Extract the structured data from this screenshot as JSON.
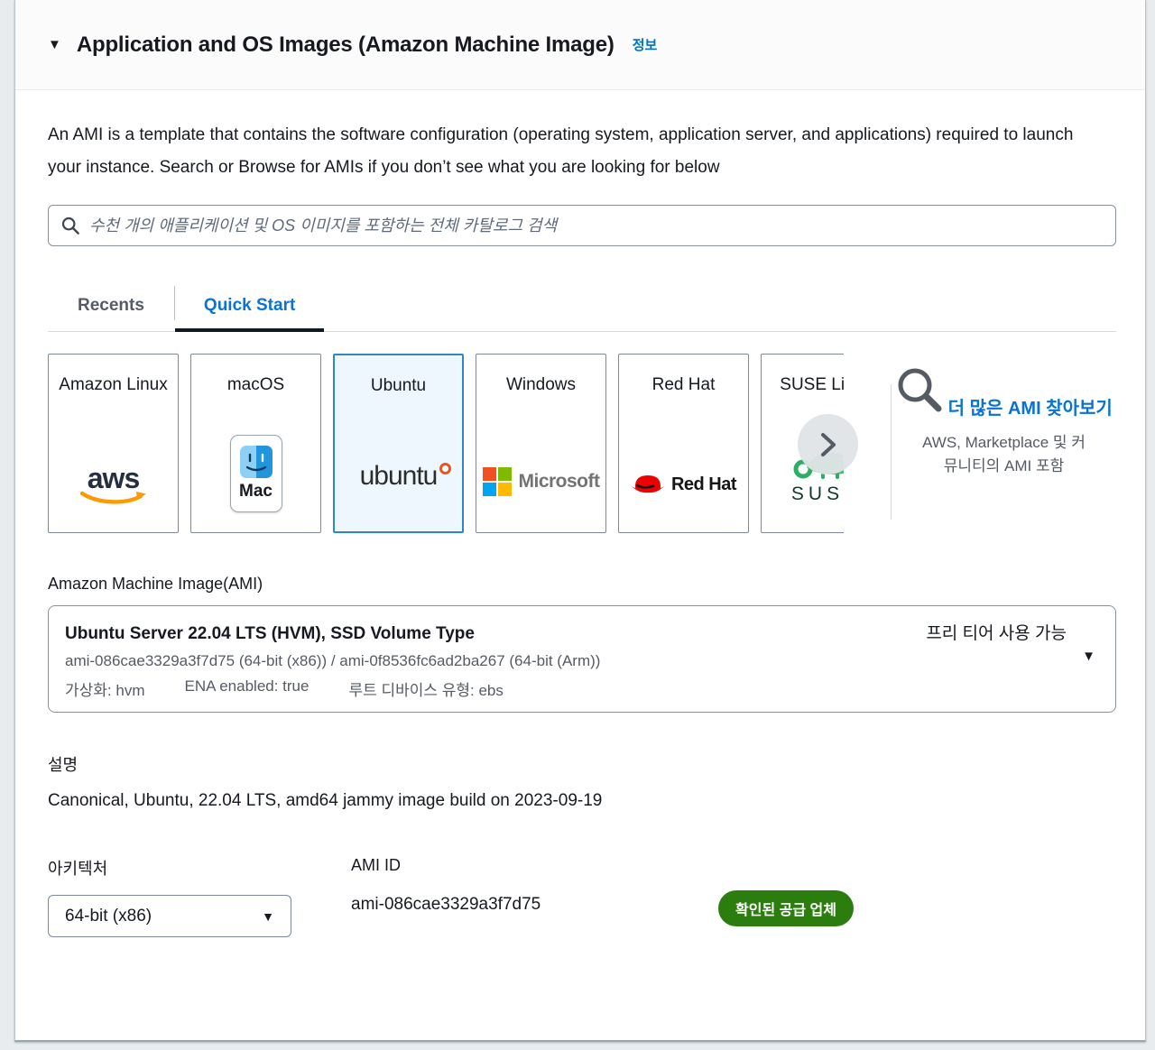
{
  "panel": {
    "title": "Application and OS Images (Amazon Machine Image)",
    "info_link": "정보"
  },
  "description": "An AMI is a template that contains the software configuration (operating system, application server, and applications) required to launch your instance. Search or Browse for AMIs if you don’t see what you are looking for below",
  "search": {
    "placeholder": "수천 개의 애플리케이션 및 OS 이미지를 포함하는 전체 카탈로그 검색"
  },
  "tabs": [
    {
      "label": "Recents",
      "active": false
    },
    {
      "label": "Quick Start",
      "active": true
    }
  ],
  "os_cards": [
    {
      "label": "Amazon Linux",
      "logo_text": "aws",
      "selected": false
    },
    {
      "label": "macOS",
      "logo_text": "Mac",
      "selected": false
    },
    {
      "label": "Ubuntu",
      "logo_text": "ubuntu",
      "selected": true
    },
    {
      "label": "Windows",
      "logo_text": "Microsoft",
      "selected": false
    },
    {
      "label": "Red Hat",
      "logo_text": "Red Hat",
      "selected": false
    },
    {
      "label": "SUSE Linux",
      "logo_text": "SUSE",
      "selected": false
    }
  ],
  "browse": {
    "link": "더 많은 AMI 찾아보기",
    "sub_line1": "AWS, Marketplace 및 커",
    "sub_line2": "뮤니티의 AMI 포함"
  },
  "ami": {
    "label": "Amazon Machine Image(AMI)",
    "name": "Ubuntu Server 22.04 LTS (HVM), SSD Volume Type",
    "free_tier": "프리 티어 사용 가능",
    "ids": "ami-086cae3329a3f7d75 (64-bit (x86)) / ami-0f8536fc6ad2ba267 (64-bit (Arm))",
    "meta": [
      "가상화: hvm",
      "ENA enabled: true",
      "루트 디바이스 유형: ebs"
    ]
  },
  "description_section": {
    "label": "설명",
    "value": "Canonical, Ubuntu, 22.04 LTS, amd64 jammy image build on 2023-09-19"
  },
  "architecture": {
    "label": "아키텍처",
    "value": "64-bit (x86)"
  },
  "ami_id": {
    "label": "AMI ID",
    "value": "ami-086cae3329a3f7d75"
  },
  "badge": {
    "label": "확인된 공급 업체"
  },
  "colors": {
    "accent_blue": "#0972d3",
    "link_blue": "#0073bb",
    "badge_green": "#2b7d0e",
    "ubuntu_orange": "#e95420",
    "aws_orange": "#ff9900",
    "selected_card_bg": "#edf7fd",
    "selected_card_border": "#2e88c8",
    "text_secondary": "#545b64"
  }
}
